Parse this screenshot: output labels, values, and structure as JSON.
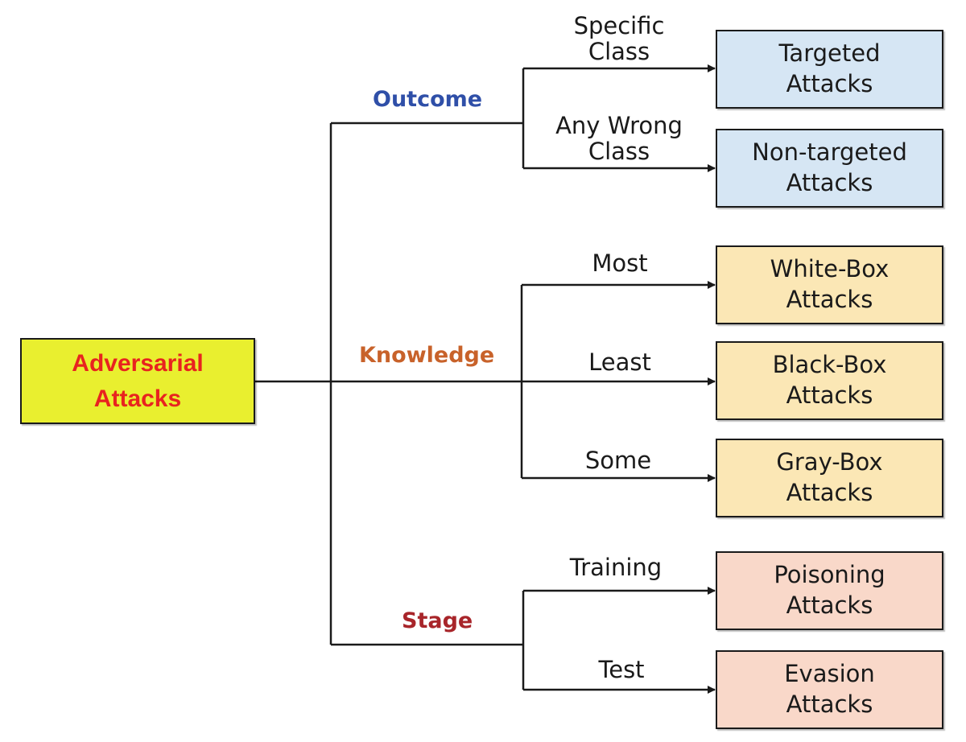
{
  "root": {
    "line1": "Adversarial",
    "line2": "Attacks",
    "fill": "#e9ef2f",
    "text_color": "#e8231f"
  },
  "categories": [
    {
      "label": "Outcome",
      "color": "#2f4fa8",
      "fill": "#d6e6f4",
      "children": [
        {
          "edge": [
            "Specific",
            "Class"
          ],
          "box": [
            "Targeted",
            "Attacks"
          ]
        },
        {
          "edge": [
            "Any Wrong",
            "Class"
          ],
          "box": [
            "Non-targeted",
            "Attacks"
          ]
        }
      ]
    },
    {
      "label": "Knowledge",
      "color": "#c8622a",
      "fill": "#fbe7b5",
      "children": [
        {
          "edge": [
            "Most"
          ],
          "box": [
            "White-Box",
            "Attacks"
          ]
        },
        {
          "edge": [
            "Least"
          ],
          "box": [
            "Black-Box",
            "Attacks"
          ]
        },
        {
          "edge": [
            "Some"
          ],
          "box": [
            "Gray-Box",
            "Attacks"
          ]
        }
      ]
    },
    {
      "label": "Stage",
      "color": "#a8252a",
      "fill": "#f9d8c9",
      "children": [
        {
          "edge": [
            "Training"
          ],
          "box": [
            "Poisoning",
            "Attacks"
          ]
        },
        {
          "edge": [
            "Test"
          ],
          "box": [
            "Evasion",
            "Attacks"
          ]
        }
      ]
    }
  ]
}
